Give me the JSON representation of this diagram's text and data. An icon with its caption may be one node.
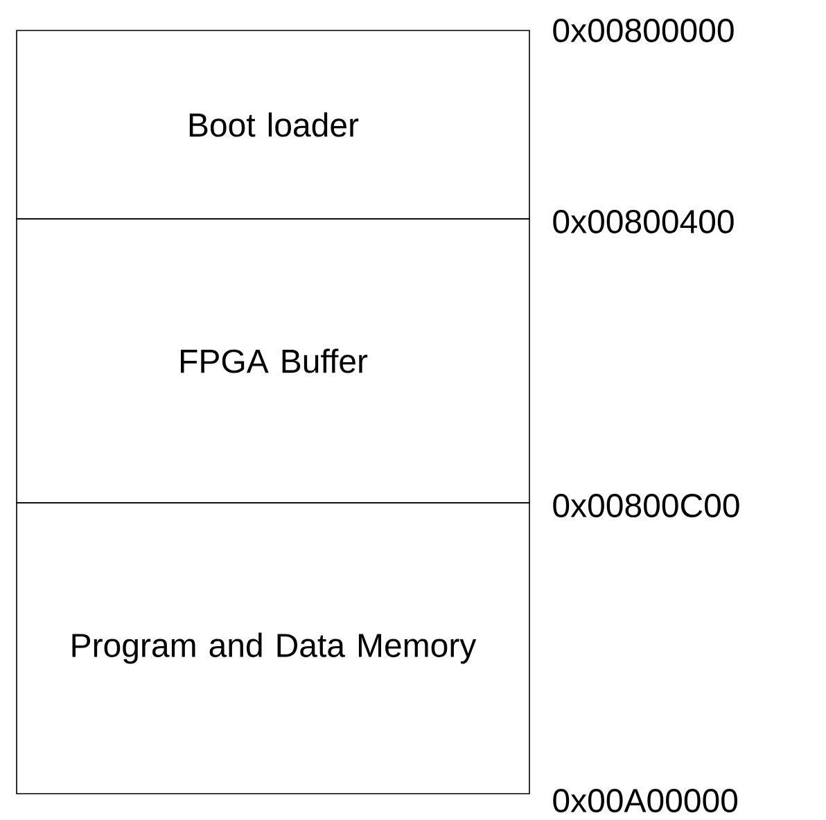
{
  "diagram": {
    "nodes": [
      {
        "text": [
          "Boot loader"
        ]
      },
      {
        "text": [
          "FPGA Buffer"
        ]
      },
      {
        "text": [
          "Program and Data Memory"
        ]
      }
    ],
    "labels": [
      "0x00800000",
      "0x00800400",
      "0x00800C00",
      "0x00A00000"
    ]
  }
}
